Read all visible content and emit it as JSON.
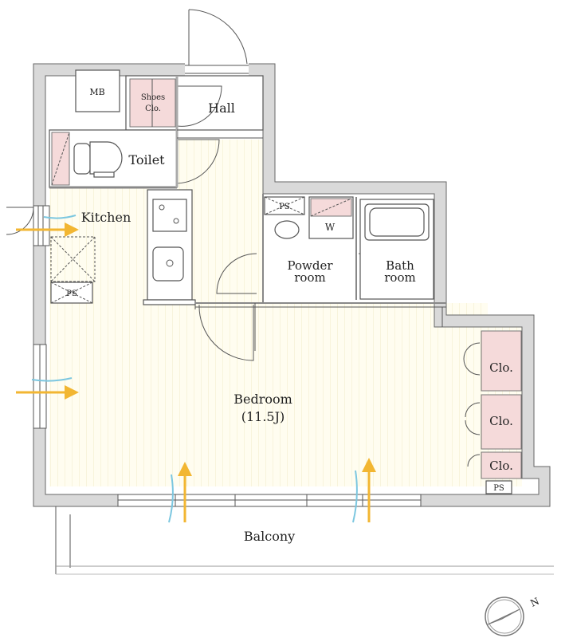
{
  "floorplan": {
    "rooms": {
      "mb": "MB",
      "shoes_closet_line1": "Shoes",
      "shoes_closet_line2": "Clo.",
      "hall": "Hall",
      "toilet": "Toilet",
      "kitchen": "Kitchen",
      "ps_kitchen": "PS",
      "ps_powder": "PS",
      "washer": "W",
      "powder_line1": "Powder",
      "powder_line2": "room",
      "bath_line1": "Bath",
      "bath_line2": "room",
      "bedroom": "Bedroom",
      "bedroom_size": "(11.5J)",
      "closet1": "Clo.",
      "closet2": "Clo.",
      "closet3": "Clo.",
      "ps_bedroom": "PS",
      "balcony": "Balcony"
    },
    "compass_label": "N",
    "colors": {
      "wall": "#d9d9d9",
      "closet": "#f5dada",
      "floor": "#fffdf0",
      "airflow_in": "#f2b632",
      "airflow_out": "#7cc7e0"
    }
  }
}
